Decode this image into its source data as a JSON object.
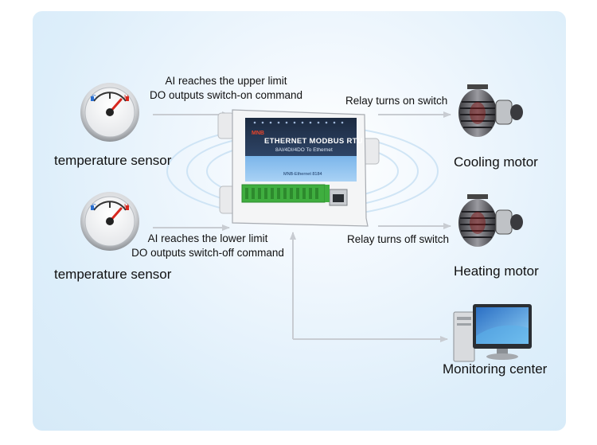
{
  "labels": {
    "sensor_top": "temperature sensor",
    "sensor_bottom": "temperature sensor",
    "ai_upper_line1": "AI reaches the upper limit",
    "ai_upper_line2": "DO outputs switch-on command",
    "ai_lower_line1": "AI reaches the lower limit",
    "ai_lower_line2": "DO outputs switch-off command",
    "relay_on": "Relay turns on switch",
    "relay_off": "Relay turns off switch",
    "cooling": "Cooling motor",
    "heating": "Heating motor",
    "monitoring": "Monitoring center"
  },
  "device": {
    "brand": "MNB",
    "title": "ETHERNET MODBUS RTU",
    "subtitle": "8AI/4DI/4DO To Ethernet",
    "model": "MNB-Ethernet 8184"
  },
  "gauge": {
    "cold_mark": "C",
    "hot_mark": "H"
  },
  "colors": {
    "arrow": "#c8ccd2",
    "terminal_green": "#3fae3f",
    "device_blue": "#3a78c2",
    "needle": "#d8281f"
  }
}
